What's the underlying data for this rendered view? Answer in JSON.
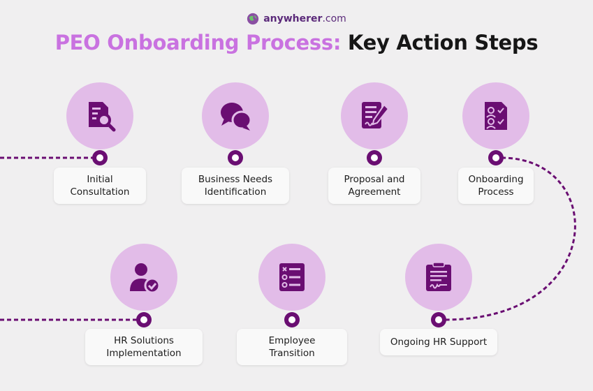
{
  "brand": {
    "name_bold": "anywherer",
    "name_rest": ".com"
  },
  "title": {
    "accent": "PEO Onboarding Process:",
    "main": "Key Action Steps"
  },
  "colors": {
    "accent": "#c972e0",
    "dark_purple": "#6a0e72",
    "circle_fill": "#e2bce8",
    "line_light": "#d99ae6",
    "background": "#f0eff0"
  },
  "steps": [
    {
      "label": "Initial\nConsultation",
      "icon": "document-search-icon"
    },
    {
      "label": "Business Needs\nIdentification",
      "icon": "chat-bubbles-icon"
    },
    {
      "label": "Proposal and\nAgreement",
      "icon": "contract-pen-icon"
    },
    {
      "label": "Onboarding\nProcess",
      "icon": "profile-checklist-icon"
    },
    {
      "label": "HR Solutions\nImplementation",
      "icon": "user-check-icon"
    },
    {
      "label": "Employee\nTransition",
      "icon": "checklist-icon"
    },
    {
      "label": "Ongoing HR Support",
      "icon": "signed-document-icon"
    }
  ]
}
